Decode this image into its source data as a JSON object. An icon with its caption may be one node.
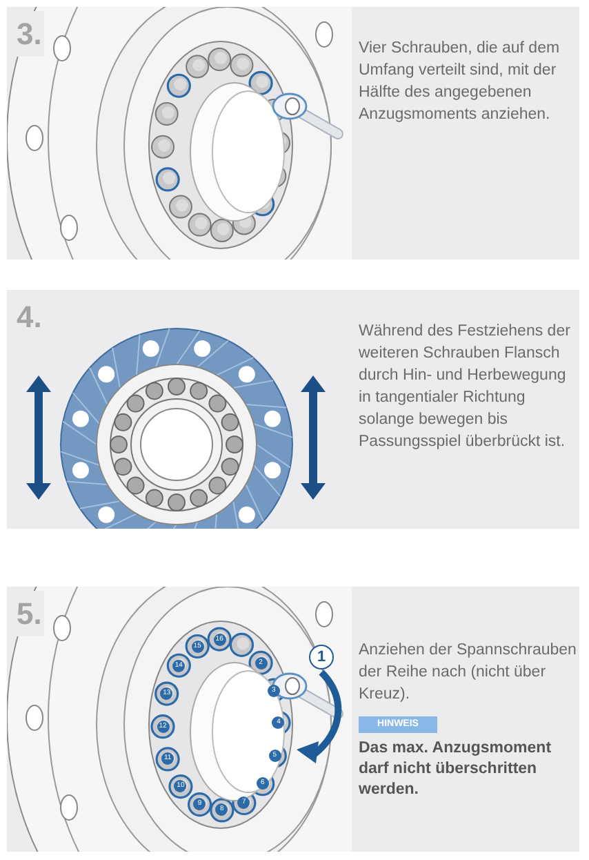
{
  "diagram": {
    "nodes": [
      {
        "text": [
          "3.",
          "Vier Schrauben, die auf dem Umfang verteilt sind, mit der Hälfte des angegebenen Anzugsmoments anziehen."
        ]
      },
      {
        "text": [
          "4.",
          "Während des Festziehens der weiteren Schrauben Flansch durch Hin- und Herbewegung in tangentialer Richtung solange bewegen bis Passungsspiel überbrückt ist."
        ]
      },
      {
        "text": [
          "5.",
          "Anziehen der Spannschrauben der Reihe nach (nicht über Kreuz).",
          "Das max. Anzugsmoment darf nicht überschritten werden."
        ]
      },
      {
        "text": [
          "HINWEIS"
        ],
        "in": 2
      }
    ],
    "edges": [],
    "labels": [
      "1",
      "2",
      "3",
      "4",
      "5",
      "6",
      "7",
      "8",
      "9",
      "10",
      "11",
      "12",
      "13",
      "14",
      "15",
      "16"
    ]
  }
}
